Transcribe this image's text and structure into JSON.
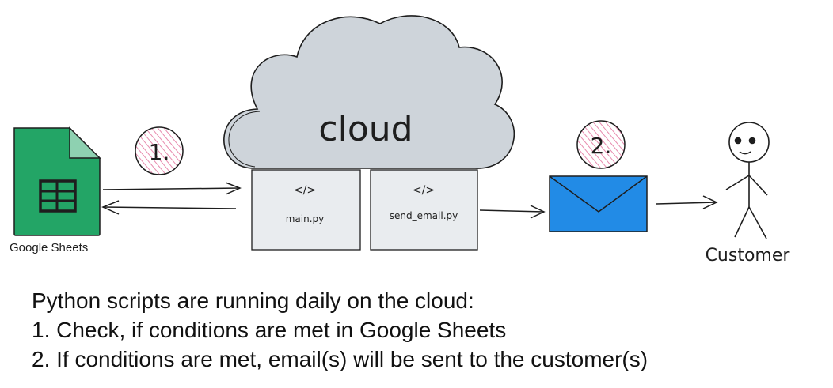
{
  "nodes": {
    "sheets_label": "Google Sheets",
    "cloud_label": "cloud",
    "script1_icon": "</>",
    "script1_name": "main.py",
    "script2_icon": "</>",
    "script2_name": "send_email.py",
    "customer_label": "Customer"
  },
  "steps": {
    "step1": "1.",
    "step2": "2."
  },
  "icons": {
    "sheets": "google-sheets-icon",
    "email": "envelope-icon",
    "customer": "stick-figure-icon"
  },
  "colors": {
    "sheets_green": "#23A566",
    "sheets_fold": "#8ED1B1",
    "cloud_fill": "#CED4DA",
    "script_fill": "#E9ECEF",
    "envelope_fill": "#228BE6",
    "step_badge_fill": "#F7C6D6"
  },
  "caption": {
    "line1": "Python scripts are running daily on the cloud:",
    "line2": "1. Check, if conditions are met in Google Sheets",
    "line3": "2. If conditions are met, email(s) will be sent to the customer(s)"
  }
}
